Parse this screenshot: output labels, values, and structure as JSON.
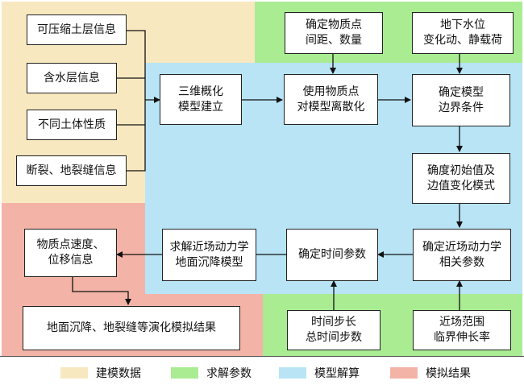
{
  "colors": {
    "modeling_data": "#f8e8c0",
    "solve_params": "#a9ec92",
    "model_solve": "#b8e4f6",
    "sim_results": "#f4b3a7"
  },
  "boxes": {
    "compressible_soil": "可压缩土层信息",
    "aquifer": "含水层信息",
    "soil_properties": "不同土体性质",
    "fault_fissure": "断裂、地裂缝信息",
    "particle_spacing": "确定物质点\n间距、数量",
    "groundwater": "地下水位\n变化动、静载荷",
    "model_3d": "三维概化\n模型建立",
    "discretize": "使用物质点\n对模型离散化",
    "boundary": "确定模型\n边界条件",
    "initial_values": "确度初始值及\n边值变化模式",
    "peridynamic_params": "确定近场动力学\n相关参数",
    "time_params": "确定时间参数",
    "solve_model": "求解近场动力学\n地面沉降模型",
    "velocity_disp": "物质点速度、\n位移信息",
    "sim_result": "地面沉降、地裂缝等演化模拟结果",
    "time_step": "时间步长\n总时间步数",
    "horizon": "近场范围\n临界伸长率"
  },
  "legend": [
    {
      "label": "建模数据",
      "color": "#f8e8c0"
    },
    {
      "label": "求解参数",
      "color": "#a9ec92"
    },
    {
      "label": "模型解算",
      "color": "#b8e4f6"
    },
    {
      "label": "模拟结果",
      "color": "#f4b3a7"
    }
  ]
}
